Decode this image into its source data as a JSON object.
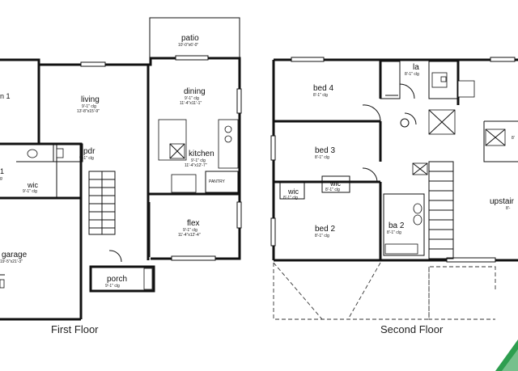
{
  "first_floor": {
    "caption": "First Floor",
    "rooms": {
      "bedroom1": {
        "name": "n 1",
        "dim": ""
      },
      "living": {
        "name": "living",
        "dim1": "9'-1\" clg",
        "dim2": "13'-8\"x15'-9\""
      },
      "dining": {
        "name": "dining",
        "dim1": "9'-1\" clg",
        "dim2": "11'-4\"x11'-1\""
      },
      "kitchen": {
        "name": "kitchen",
        "dim1": "9'-1\" clg",
        "dim2": "11'-4\"x12'-7\""
      },
      "pantry": {
        "name": "PANTRY"
      },
      "pdr": {
        "name": "pdr",
        "dim": "9'-1\" clg"
      },
      "wic": {
        "name": "wic",
        "dim": "9'-1\" clg"
      },
      "bath_partial": {
        "name": "1",
        "dim": "g"
      },
      "flex": {
        "name": "flex",
        "dim1": "9'-1\" clg",
        "dim2": "11'-4\"x12'-4\""
      },
      "garage": {
        "name": "garage",
        "dim": "19'-5\"x21'-3\""
      },
      "porch": {
        "name": "porch",
        "dim": "9'-1\" clg"
      },
      "patio": {
        "name": "patio",
        "dim": "10'-0\"x6'-0\""
      }
    }
  },
  "second_floor": {
    "caption": "Second Floor",
    "rooms": {
      "bed4": {
        "name": "bed 4",
        "dim": "8'-1\" clg"
      },
      "la": {
        "name": "la",
        "dim": "8'-1\" clg"
      },
      "bed3": {
        "name": "bed 3",
        "dim": "8'-1\" clg"
      },
      "wic1": {
        "name": "wic",
        "dim": "8'-1\" clg"
      },
      "wic2": {
        "name": "wic",
        "dim": "8'-1\" clg"
      },
      "bed2": {
        "name": "bed 2",
        "dim": "8'-1\" clg"
      },
      "ba2": {
        "name": "ba 2",
        "dim": "8'-1\" clg"
      },
      "upstairs": {
        "name": "upstair",
        "dim": "8'-"
      },
      "right_edge_dim": {
        "dim": "8'"
      }
    }
  },
  "colors": {
    "line": "#111111",
    "logo_green": "#2e9e4f"
  }
}
